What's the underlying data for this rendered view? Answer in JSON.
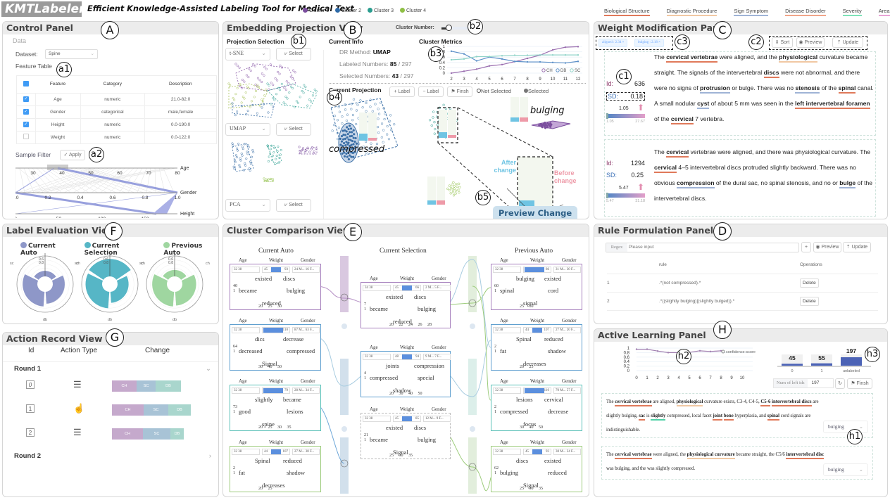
{
  "app": {
    "logo": "KMTLabeler",
    "title": "Efficient Knowledge-Assisted Labeling Tool for Medical Text"
  },
  "cluster_legend": [
    {
      "label": "Cluster 1",
      "color": "#7b4e9e"
    },
    {
      "label": "Cluster 2",
      "color": "#2e6aa7"
    },
    {
      "label": "Cluster 3",
      "color": "#2a9d8f"
    },
    {
      "label": "Cluster 4",
      "color": "#8fbf45"
    }
  ],
  "entity_legend": [
    {
      "label": "Biological Structure",
      "color": "#e0795a"
    },
    {
      "label": "Diagnostic Procedure",
      "color": "#f1c8a3"
    },
    {
      "label": "Sign Symptom",
      "color": "#9fb3d6"
    },
    {
      "label": "Disease Disorder",
      "color": "#f0a58a"
    },
    {
      "label": "Severity",
      "color": "#7ee2b8"
    },
    {
      "label": "Area",
      "color": "#e9a3d6"
    }
  ],
  "markers": {
    "A": "A",
    "B": "B",
    "C": "C",
    "D": "D",
    "E": "E",
    "F": "F",
    "G": "G",
    "H": "H",
    "a1": "a1",
    "a2": "a2",
    "b1": "b1",
    "b2": "b2",
    "b3": "b3",
    "b4": "b4",
    "b5": "b5",
    "c1": "c1",
    "c2": "c2",
    "c3": "c3",
    "h1": "h1",
    "h2": "h2",
    "h3": "h3"
  },
  "control_panel": {
    "title": "Control Panel",
    "section": "Data",
    "dataset_label": "Dataset:",
    "dataset_value": "Spine",
    "feature_table_label": "Feature Table",
    "columns": [
      "Feature",
      "Category",
      "Description"
    ],
    "rows": [
      {
        "checked": true,
        "feature": "Age",
        "category": "numeric",
        "description": "21.0-82.0"
      },
      {
        "checked": true,
        "feature": "Gender",
        "category": "categorical",
        "description": "male,female"
      },
      {
        "checked": true,
        "feature": "Height",
        "category": "numeric",
        "description": "0.0-190.0"
      },
      {
        "checked": false,
        "feature": "Weight",
        "category": "numeric",
        "description": "0.0-122.0"
      }
    ],
    "sample_filter_label": "Sample Filter",
    "apply_label": "Apply",
    "parallel_axes": [
      {
        "name": "Age",
        "ticks": [
          "30",
          "40",
          "50",
          "60",
          "70",
          "80"
        ]
      },
      {
        "name": "Gender",
        "ticks": [
          "0.0",
          "0.2",
          "0.4",
          "0.6",
          "0.8",
          "1.0"
        ]
      },
      {
        "name": "Height",
        "ticks": [
          "0",
          "50",
          "100",
          "150"
        ]
      }
    ]
  },
  "embedding_view": {
    "title": "Embedding Projection View",
    "cluster_number_label": "Cluster Number:",
    "projection_selection_label": "Projection Selection",
    "projections": [
      {
        "method": "t-SNE",
        "select_label": "Select"
      },
      {
        "method": "UMAP",
        "select_label": "Select"
      },
      {
        "method": "PCA",
        "select_label": "Select"
      }
    ],
    "current_info": {
      "title": "Current Info",
      "dr_method_label": "DR Method:",
      "dr_method": "UMAP",
      "labeled_label": "Labeled Numbers:",
      "labeled": "85",
      "labeled_total": "/ 297",
      "selected_label": "Selected Numbers:",
      "selected": "43",
      "selected_total": "/ 297"
    },
    "current_projection": {
      "title": "Current Projection",
      "add_label": "+ Label",
      "remove_label": "− Label",
      "finish_label": "Finsh",
      "not_selected": "Not Selected",
      "selected": "Selected",
      "cluster_tags": [
        "compressed",
        "bulging"
      ],
      "after_change": "After change",
      "before_change": "Before change",
      "preview_change": "Preview Change"
    }
  },
  "chart_data": [
    {
      "type": "line",
      "title": "Cluster Metrics",
      "x": [
        2,
        3,
        4,
        5,
        6,
        7,
        8,
        9,
        10,
        11,
        12
      ],
      "ylim": [
        0,
        1
      ],
      "yticks": [
        "0",
        "0.2",
        "0.4",
        "0.6",
        "0.8",
        "1"
      ],
      "series": [
        {
          "name": "CH",
          "color": "#9b6fb0",
          "values": [
            0.0,
            0.07,
            0.15,
            0.27,
            0.32,
            0.43,
            0.55,
            0.67,
            0.87,
            0.97,
            0.99
          ]
        },
        {
          "name": "DB",
          "color": "#5b8fc8",
          "values": [
            0.82,
            0.72,
            0.46,
            0.6,
            0.53,
            0.44,
            0.42,
            0.42,
            0.4,
            0.38,
            0.44
          ]
        },
        {
          "name": "SC",
          "color": "#8fd3c8",
          "values": [
            0.5,
            0.53,
            0.62,
            0.62,
            0.65,
            0.67,
            0.67,
            0.68,
            0.68,
            0.68,
            0.68
          ]
        }
      ],
      "legend": "bottom-right"
    },
    {
      "type": "line",
      "title": "confidence-score",
      "x": [
        0,
        1,
        2,
        3,
        4,
        5,
        6,
        7,
        8,
        9,
        10
      ],
      "ylim": [
        0,
        1
      ],
      "yticks": [
        "0",
        "0.2",
        "0.4",
        "0.6",
        "0.8",
        "1"
      ],
      "series": [
        {
          "name": "confidence-score",
          "color": "#a07fb0",
          "values": [
            0.95,
            0.95,
            0.87,
            0.8,
            0.8,
            0.81,
            0.88,
            0.85,
            0.88
          ]
        }
      ],
      "legend": "top-right"
    },
    {
      "type": "bar",
      "categories": [
        "0",
        "1",
        "unlabeled"
      ],
      "values": [
        45,
        55,
        197
      ]
    }
  ],
  "weight_panel": {
    "title": "Weight Modification Panel",
    "tags": [
      "aligned : 2.34",
      "bulging : 2.18"
    ],
    "sort_label": "Sort",
    "preview_label": "Preview",
    "update_label": "Update",
    "documents": [
      {
        "id_label": "Id:",
        "id": "636",
        "sd_label": "SD:",
        "sd": "0.18",
        "weight": "1.05",
        "range_min": "1.05",
        "range_max": "27.67",
        "segments": [
          [
            "The ",
            ""
          ],
          [
            "cervical vertebrae",
            "r"
          ],
          [
            " were aligned, and the ",
            ""
          ],
          [
            "physiological",
            "o"
          ],
          [
            " curvature became straight. The signals of the intervertebral ",
            ""
          ],
          [
            "discs",
            "r"
          ],
          [
            " were not abnormal, and there were no signs of ",
            ""
          ],
          [
            "protrusion",
            "b"
          ],
          [
            " or bulge. There was no ",
            ""
          ],
          [
            "stenosis",
            "b"
          ],
          [
            " of the ",
            ""
          ],
          [
            "spinal",
            "r"
          ],
          [
            " canal. A small nodular ",
            ""
          ],
          [
            "cyst",
            "b"
          ],
          [
            " of about 5 mm was seen in the ",
            ""
          ],
          [
            "left intervertebral foramen",
            "r"
          ],
          [
            " of the ",
            ""
          ],
          [
            "cervical",
            "r"
          ],
          [
            " 7 vertebra.",
            ""
          ]
        ]
      },
      {
        "id_label": "Id:",
        "id": "1294",
        "sd_label": "SD:",
        "sd": "0.25",
        "weight": "5.47",
        "range_min": "5.47",
        "range_max": "31.18",
        "segments": [
          [
            "The ",
            ""
          ],
          [
            "cervical",
            "r"
          ],
          [
            " vertebrae were aligned, and there was physiological curvature. The ",
            ""
          ],
          [
            "cervical",
            "r"
          ],
          [
            " 4–5 intervertebral discs protruded slightly backward. There was no obvious ",
            ""
          ],
          [
            "compression",
            "b"
          ],
          [
            " of the dural sac, no spinal stenosis, and no or ",
            ""
          ],
          [
            "bulge",
            "b"
          ],
          [
            " of the intervertebral discs.",
            ""
          ]
        ]
      }
    ]
  },
  "rule_panel": {
    "title": "Rule Formulation Panel",
    "regex_label": "Regex",
    "placeholder": "Please input",
    "add_label": "+",
    "preview_label": "Preview",
    "update_label": "Update",
    "columns": [
      "",
      "rule",
      "Operations"
    ],
    "rules": [
      {
        "index": "1",
        "rule": ".*(not compressed).*",
        "op": "Delete"
      },
      {
        "index": "2",
        "rule": ".*((slightly bulging)|(slightly bulged)).*",
        "op": "Delete"
      }
    ]
  },
  "active_learning": {
    "title": "Active Learning Panel",
    "num_left_label": "Num of left ids",
    "num_left_value": "197",
    "finish_label": "Finsh",
    "samples": [
      {
        "segments": [
          [
            "The ",
            ""
          ],
          [
            "cervical vertebrae",
            "r"
          ],
          [
            " are aligned, ",
            ""
          ],
          [
            "physiological",
            "o"
          ],
          [
            " curvature exists, C3-4, C4-5, ",
            ""
          ],
          [
            "C5-6",
            "r"
          ],
          [
            " ",
            ""
          ],
          [
            "intervertebral discs",
            "r"
          ],
          [
            " are slightly bulging, ",
            ""
          ],
          [
            "sac",
            "r"
          ],
          [
            " is ",
            ""
          ],
          [
            "slightly",
            "g"
          ],
          [
            " compressed, local facet ",
            ""
          ],
          [
            "joint",
            "r"
          ],
          [
            " ",
            ""
          ],
          [
            "bone",
            "r"
          ],
          [
            " hyperplasia, and ",
            ""
          ],
          [
            "spinal",
            "r"
          ],
          [
            " cord signals are indistinguishable.",
            ""
          ]
        ],
        "label": "bulging"
      },
      {
        "segments": [
          [
            "The ",
            ""
          ],
          [
            "cervical vertebrae",
            "r"
          ],
          [
            " were aligned, the ",
            ""
          ],
          [
            "physiological curvature",
            "o"
          ],
          [
            " became straight, the C5/6 ",
            ""
          ],
          [
            "intervertebral disc",
            "r"
          ],
          [
            " was bulging, and the was slightly compressed.",
            ""
          ]
        ],
        "label": "bulging"
      }
    ]
  },
  "label_eval": {
    "title": "Label Evaluation View",
    "legend": [
      {
        "label": "Current Auto",
        "color": "#8e97c8"
      },
      {
        "label": "Current Selection",
        "color": "#56b6c6"
      },
      {
        "label": "Previous Auto",
        "color": "#9fd6a0"
      }
    ],
    "axes": [
      "ch",
      "db",
      "sc"
    ],
    "ticks": [
      "0.6",
      "0.8"
    ],
    "radial_values": [
      {
        "ch": 0.3,
        "db": 0.65,
        "sc": 0.8
      },
      {
        "ch": 0.95,
        "db": 0.6,
        "sc": 0.9
      },
      {
        "ch": 0.35,
        "db": 0.75,
        "sc": 0.8
      }
    ]
  },
  "action_record": {
    "title": "Action Record View",
    "columns": [
      "Id",
      "Action Type",
      "Change"
    ],
    "rounds": [
      {
        "label": "Round 1",
        "expanded": true,
        "actions": [
          {
            "id": "0",
            "type": "adjust-weights-icon",
            "change": [
              {
                "k": "CH",
                "v": 0.35
              },
              {
                "k": "SC",
                "v": 0.27
              },
              {
                "k": "DB",
                "v": 0.36
              }
            ]
          },
          {
            "id": "1",
            "type": "hand-select-icon",
            "change": [
              {
                "k": "CH",
                "v": 0.45
              },
              {
                "k": "SC",
                "v": 0.35
              },
              {
                "k": "DB",
                "v": 0.32
              }
            ]
          },
          {
            "id": "2",
            "type": "adjust-weights-icon",
            "change": [
              {
                "k": "CH",
                "v": 0.44
              },
              {
                "k": "SC",
                "v": 0.39
              },
              {
                "k": "DB",
                "v": 0.19
              }
            ]
          }
        ]
      },
      {
        "label": "Round 2",
        "expanded": false,
        "actions": []
      }
    ]
  },
  "cluster_comparison": {
    "title": "Cluster Comparison View",
    "columns": [
      "Current Auto",
      "Current Selection",
      "Previous Auto"
    ],
    "feature_headers": [
      "Age",
      "Weight",
      "Gender"
    ],
    "cards": [
      {
        "col": 0,
        "color": "#a680bd",
        "age": "32 38",
        "weight": [
          "45",
          "93"
        ],
        "gender": "24 M... 16 F...",
        "count": "40",
        "words": [
          "existed",
          "discs",
          "became",
          "bulging",
          "reduced"
        ],
        "xticks": "20 25 30"
      },
      {
        "col": 0,
        "color": "#5f9fcf",
        "age": "32 38",
        "weight": [
          "",
          "110"
        ],
        "gender": "87 M... 63 F...",
        "count": "64",
        "words": [
          "dics",
          "decrease",
          "decreased",
          "compressed",
          "Signal"
        ],
        "xticks": "30 40 50"
      },
      {
        "col": 0,
        "color": "#5bc1b8",
        "age": "32 38",
        "weight": [
          "",
          "79"
        ],
        "gender": "28 M... 34 F...",
        "count": "73",
        "words": [
          "slightly",
          "became",
          "good",
          "lesions",
          "spine"
        ],
        "xticks": "20 25 30 35"
      },
      {
        "col": 0,
        "color": "#9dcc7c",
        "age": "32 38",
        "weight": [
          "44",
          "107"
        ],
        "gender": "27 M... 38 F...",
        "count": "2",
        "words": [
          "Spinal",
          "reduced",
          "fat",
          "shadow",
          "decreases"
        ],
        "xticks": "20 25"
      },
      {
        "col": 1,
        "color": "#a680bd",
        "age": "34 38",
        "weight": [
          "45",
          "66"
        ],
        "gender": "2 M... 5 F...",
        "count": "7",
        "words": [
          "existed",
          "discs",
          "became",
          "bulging",
          "reduced"
        ],
        "xticks": "20 22 24 26 28"
      },
      {
        "col": 1,
        "color": "#5f9fcf",
        "age": "32 38",
        "weight": [
          "48",
          "94"
        ],
        "gender": "9 M... 7 F...",
        "count": "4",
        "words": [
          "joints",
          "compression",
          "compressed",
          "special",
          "shadow"
        ],
        "xticks": "20 30 40 50"
      },
      {
        "col": 1,
        "color": "#bbbbbb",
        "age": "32 38",
        "weight": [
          "45",
          "85"
        ],
        "gender": "12 M... 9 F...",
        "count": "21",
        "words": [
          "existed",
          "discs",
          "became",
          "bulging",
          "Signal"
        ],
        "xticks": "25 30 35"
      },
      {
        "col": 2,
        "color": "#a680bd",
        "age": "32 38",
        "weight": [
          "",
          "86"
        ],
        "gender": "31 M... 30 F...",
        "count": "60",
        "words": [
          "bulging",
          "existed",
          "spinal",
          "cord",
          "signal"
        ],
        "xticks": "25 30"
      },
      {
        "col": 2,
        "color": "#5f9fcf",
        "age": "32 38",
        "weight": [
          "44",
          "107"
        ],
        "gender": "27 M... 20 F...",
        "count": "2",
        "words": [
          "Spinal",
          "reduced",
          "fat",
          "shadow",
          "decreases"
        ],
        "xticks": "20 25"
      },
      {
        "col": 2,
        "color": "#5bc1b8",
        "age": "32 38",
        "weight": [
          "",
          "110"
        ],
        "gender": "70 M... 57 F...",
        "count": "2",
        "words": [
          "lesions",
          "cervical",
          "compressed",
          "decrease",
          "focus"
        ],
        "xticks": "30 40 50"
      },
      {
        "col": 2,
        "color": "#9dcc7c",
        "age": "32 38",
        "weight": [
          "45",
          "93"
        ],
        "gender": "38 M... 24 F...",
        "count": "62",
        "words": [
          "discs",
          "existed",
          "bulging",
          "reduced",
          "Signal"
        ],
        "xticks": "25 30 35"
      }
    ]
  }
}
